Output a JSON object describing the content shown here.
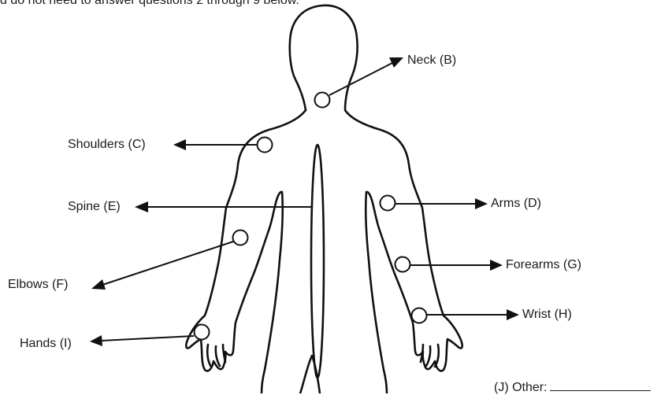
{
  "intro_text": "d do not need to answer questions 2 through 9 below.",
  "labels": {
    "neck": "Neck (B)",
    "shoulders": "Shoulders (C)",
    "spine": "Spine (E)",
    "arms": "Arms (D)",
    "elbows": "Elbows (F)",
    "forearms": "Forearms (G)",
    "wrist": "Wrist (H)",
    "hands": "Hands (I)",
    "other": "(J) Other:"
  },
  "colors": {
    "ink": "#111111",
    "background": "#ffffff"
  }
}
